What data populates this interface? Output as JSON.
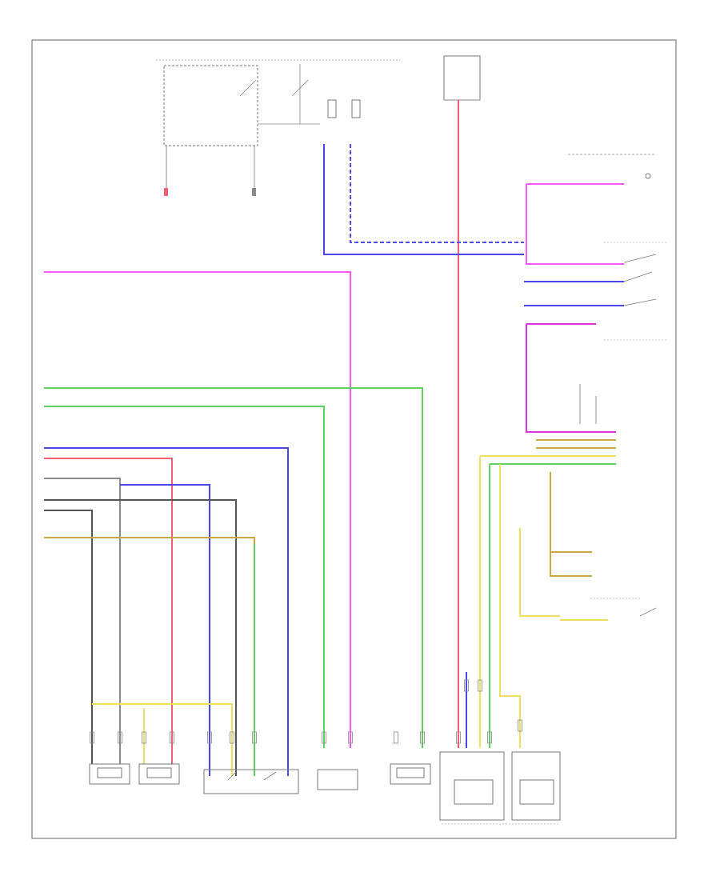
{
  "diagram": {
    "corner_code": "",
    "colors": {
      "pink": "#ff55ff",
      "magenta": "#e030e0",
      "red": "#f06070",
      "blue": "#4848e8",
      "dashed_blue": "#4c4cf0",
      "green": "#60d060",
      "yellow": "#ece060",
      "olive": "#c8a840",
      "brown": "#b08070",
      "gray": "#8a8a8a",
      "dark": "#555555",
      "frame": "#666666"
    },
    "components": [
      {
        "id": "engine-control-module-relay",
        "label": "",
        "icon": "relay-box"
      },
      {
        "id": "hot-at-all-times-fuse",
        "label": "",
        "icon": "fuse"
      },
      {
        "id": "hot-in-run-fuse",
        "label": "",
        "icon": "fuse"
      },
      {
        "id": "steering-wheel-switch",
        "label": "",
        "icon": "switch"
      },
      {
        "id": "clutch-position-sensor",
        "label": "",
        "icon": "switch"
      },
      {
        "id": "cruise-control-switches",
        "label": "",
        "icon": "switch-block"
      },
      {
        "id": "steering-column-electronics",
        "label": "",
        "icon": "module"
      },
      {
        "id": "brake-light-switch",
        "label": "",
        "icon": "switch"
      },
      {
        "id": "coolant-temp-sensor",
        "label": "",
        "icon": "sensor"
      },
      {
        "id": "outside-air-temp-sensor",
        "label": "",
        "icon": "sensor"
      },
      {
        "id": "throttle-valve-control-module",
        "label": "",
        "icon": "module"
      },
      {
        "id": "manifold-pressure-sensor",
        "label": "",
        "icon": "sensor"
      },
      {
        "id": "oil-pressure-switch",
        "label": "",
        "icon": "switch"
      },
      {
        "id": "engine-control-module",
        "label": "",
        "icon": "module"
      }
    ]
  }
}
